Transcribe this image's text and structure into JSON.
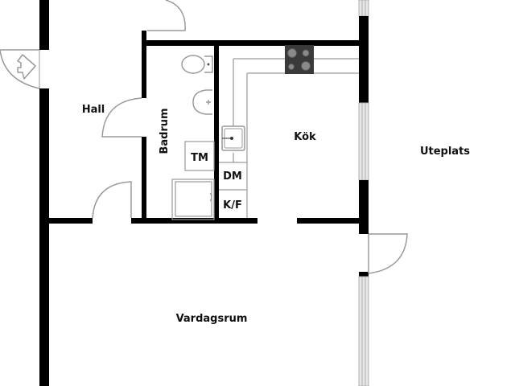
{
  "plan": {
    "background": "#ffffff",
    "wall_color": "#000000",
    "line_color": "#9a9a9a",
    "window_color": "#c8c8c8",
    "stove_color": "#3a3a3a"
  },
  "rooms": {
    "hall": "Hall",
    "badrum": "Badrum",
    "kok": "Kök",
    "vardagsrum": "Vardagsrum",
    "uteplats": "Uteplats"
  },
  "fixtures": {
    "tm": "TM",
    "dm": "DM",
    "kf": "K/F"
  },
  "icons": {
    "entrance": "entrance-arrow-icon",
    "toilet": "toilet-icon",
    "washbasin": "washbasin-icon",
    "shower": "shower-icon",
    "kitchen_sink": "kitchen-sink-icon",
    "stove": "stove-icon"
  }
}
